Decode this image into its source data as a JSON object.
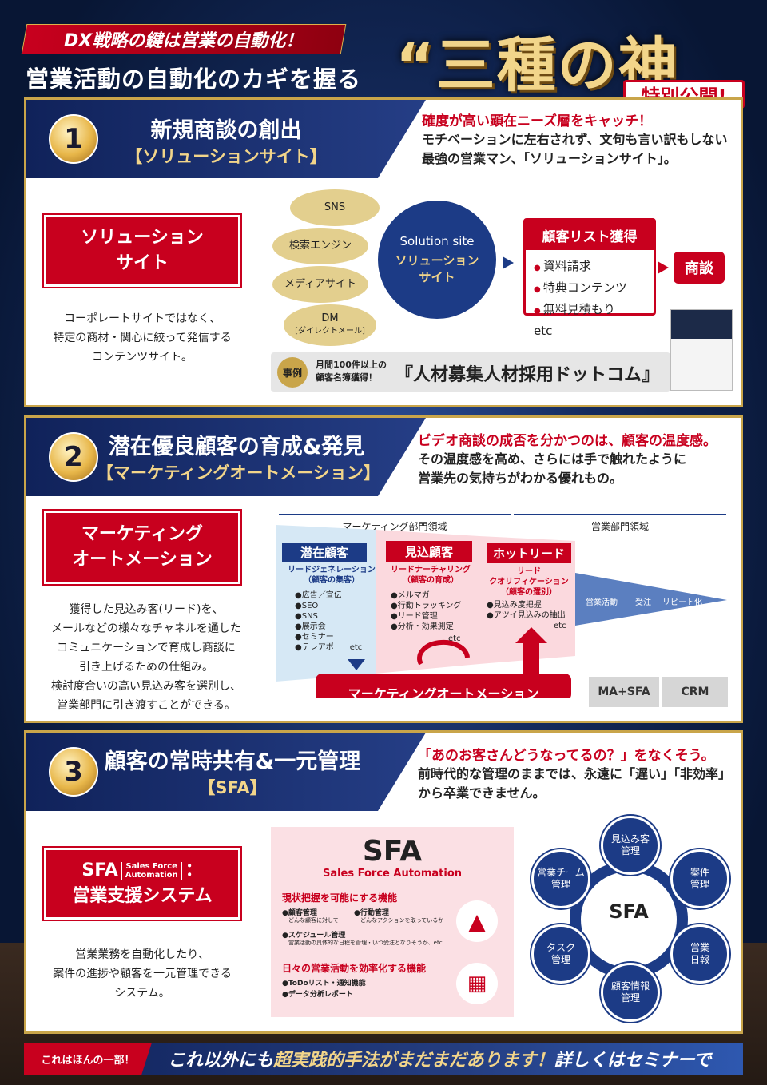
{
  "header": {
    "banner": "DX戦略の鍵は営業の自動化！",
    "hook": "営業活動の自動化のカギを握る",
    "title": "“三種の神器”",
    "special": "特別公開!"
  },
  "section1": {
    "num": "1",
    "title": "新規商談の創出",
    "subtitle": "【ソリューションサイト】",
    "lead_red": "確度が高い顕在ニーズ層をキャッチ！",
    "lead_1": "モチベーションに左右されず、文句も言い訳もしない",
    "lead_2": "最強の営業マン、「ソリューションサイト」。",
    "box_1": "ソリューション",
    "box_2": "サイト",
    "desc_1": "コーポレートサイトではなく、",
    "desc_2": "特定の商材・関心に絞って発信する",
    "desc_3": "コンテンツサイト。",
    "channels": [
      "SNS",
      "検索エンジン",
      "メディアサイト",
      "DM"
    ],
    "dm_sub": "[ダイレクトメール]",
    "site_en": "Solution site",
    "site_jp_1": "ソリューション",
    "site_jp_2": "サイト",
    "list_head": "顧客リスト獲得",
    "list_items": [
      "資料請求",
      "特典コンテンツ",
      "無料見積もり　etc"
    ],
    "deal": "商談",
    "case_badge": "事例",
    "case_small_1": "月間100件以上の",
    "case_small_2": "顧客名簿獲得！",
    "case_name": "『人材募集人材採用ドットコム』"
  },
  "section2": {
    "num": "2",
    "title": "潜在優良顧客の育成&発見",
    "subtitle": "【マーケティングオートメーション】",
    "lead_red": "ビデオ商談の成否を分かつのは、顧客の温度感。",
    "lead_1": "その温度感を高め、さらには手で触れたように",
    "lead_2": "営業先の気持ちがわかる優れもの。",
    "box_1": "マーケティング",
    "box_2": "オートメーション",
    "desc": [
      "獲得した見込み客(リード)を、",
      "メールなどの様々なチャネルを通した",
      "コミュニケーションで育成し商談に",
      "引き上げるための仕組み。",
      "検討度合いの高い見込み客を選別し、",
      "営業部門に引き渡すことができる。"
    ],
    "domain_mkt": "マーケティング部門領域",
    "domain_sales": "営業部門領域",
    "stage1_head": "潜在顧客",
    "stage1_sub_1": "リードジェネレーション",
    "stage1_sub_2": "（顧客の集客）",
    "stage1_items": [
      "●広告／宣伝",
      "●SEO",
      "●SNS",
      "●展示会",
      "●セミナー",
      "●テレアポ　　etc"
    ],
    "stage2_head": "見込顧客",
    "stage2_sub_1": "リードナーチャリング",
    "stage2_sub_2": "（顧客の育成）",
    "stage2_items": [
      "●メルマガ",
      "●行動トラッキング",
      "●リード管理",
      "●分析・効果測定"
    ],
    "stage2_etc": "etc",
    "stage3_head": "ホットリード",
    "stage3_sub_1": "リード",
    "stage3_sub_2": "クオリフィケーション",
    "stage3_sub_3": "（顧客の選別）",
    "stage3_items": [
      "●見込み度把握",
      "●アツイ見込みの抽出"
    ],
    "stage3_etc": "etc",
    "sales_steps": [
      "営業活動",
      "受注",
      "リピート化"
    ],
    "ma_base": "マーケティングオートメーション",
    "tag_masfa": "MA+SFA",
    "tag_crm": "CRM"
  },
  "section3": {
    "num": "3",
    "title": "顧客の常時共有&一元管理",
    "subtitle": "【SFA】",
    "lead_red": "「あのお客さんどうなってるの？」をなくそう。",
    "lead_1": "前時代的な管理のままでは、永遠に「遅い」「非効率」",
    "lead_2": "から卒業できません。",
    "box_1a": "SFA",
    "box_1b": "Sales Force",
    "box_1c": "Automation",
    "box_1d": "：",
    "box_2": "営業支援システム",
    "desc_1": "営業業務を自動化したり、",
    "desc_2": "案件の進捗や顧客を一元管理できる",
    "desc_3": "システム。",
    "panel_title": "SFA",
    "panel_sub": "Sales Force Automation",
    "f1_head": "現状把握を可能にする機能",
    "f1_a": "●顧客管理",
    "f1_a_sub": "どんな顧客に対して",
    "f1_b": "●行動管理",
    "f1_b_sub": "どんなアクションを取っているか",
    "f1_c": "●スケジュール管理",
    "f1_c_sub": "営業活動の具体的な日程を管理・いつ受注となりそうか、etc",
    "f2_head": "日々の営業活動を効率化する機能",
    "f2_a": "●ToDoリスト・通知機能",
    "f2_b": "●データ分析レポート",
    "hub": "SFA",
    "nodes": [
      [
        "見込み客",
        "管理"
      ],
      [
        "案件",
        "管理"
      ],
      [
        "営業",
        "日報"
      ],
      [
        "顧客情報",
        "管理"
      ],
      [
        "タスク",
        "管理"
      ],
      [
        "営業チーム",
        "管理"
      ]
    ]
  },
  "footer": {
    "tag": "これはほんの一部！",
    "text_1": "これ以外にも",
    "text_2": "超実践的手法がまだまだあります！",
    "text_3": "詳しくはセミナーで"
  },
  "colors": {
    "red": "#c8001e",
    "navy": "#1c3b86",
    "gold": "#c9a54a"
  }
}
